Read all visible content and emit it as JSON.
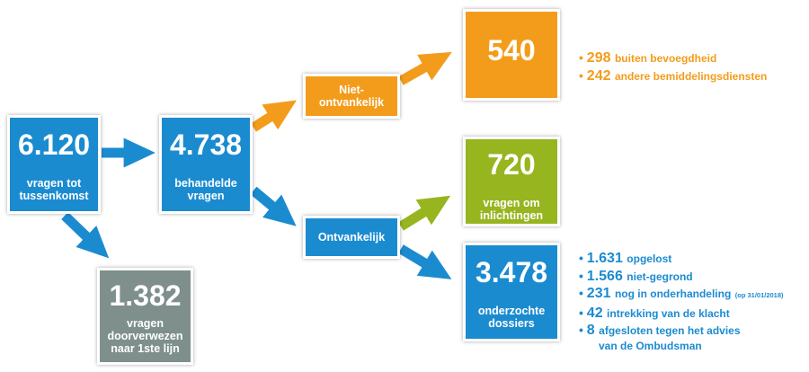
{
  "colors": {
    "blue": "#1b8bd0",
    "orange": "#f39c1b",
    "green": "#97b51f",
    "gray": "#7e8f8c"
  },
  "boxes": {
    "questions": {
      "number": "6.120",
      "label": "vragen tot\ntussenkomst"
    },
    "handled": {
      "number": "4.738",
      "label": "behandelde\nvragen"
    },
    "redirected": {
      "number": "1.382",
      "label": "vragen\ndoorverwezen\nnaar 1ste lijn"
    },
    "inadmissible": {
      "label": "Niet-\nontvankelijk"
    },
    "admissible": {
      "label": "Ontvankelijk"
    },
    "inadmissible_total": {
      "number": "540"
    },
    "info": {
      "number": "720",
      "label": "vragen om\ninlichtingen"
    },
    "dossiers": {
      "number": "3.478",
      "label": "onderzochte\ndossiers"
    }
  },
  "inadmissible_breakdown": [
    {
      "number": "298",
      "text": "buiten bevoegdheid"
    },
    {
      "number": "242",
      "text": "andere bemiddelingsdiensten"
    }
  ],
  "dossier_breakdown": [
    {
      "number": "1.631",
      "text": "opgelost",
      "note": ""
    },
    {
      "number": "1.566",
      "text": "niet-gegrond",
      "note": ""
    },
    {
      "number": "231",
      "text": "nog in onderhandeling",
      "note": "(op 31/01/2018)"
    },
    {
      "number": "42",
      "text": "intrekking van de klacht",
      "note": ""
    },
    {
      "number": "8",
      "text": "afgesloten tegen het advies",
      "note": ""
    },
    {
      "number": "",
      "text": "van de Ombudsman",
      "note": ""
    }
  ]
}
